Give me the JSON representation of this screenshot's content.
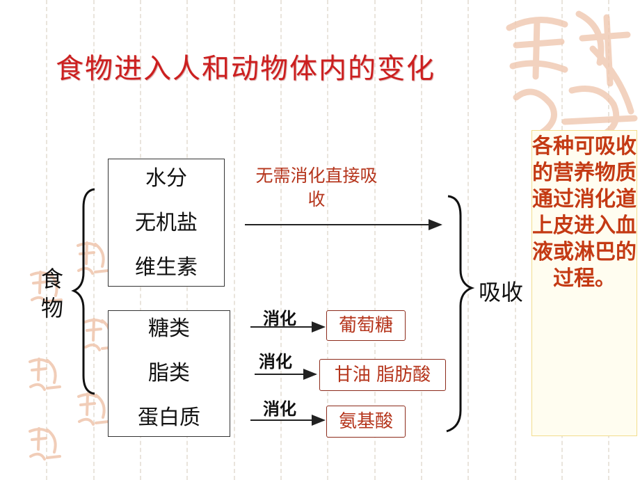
{
  "title": "食物进入人和动物体内的变化",
  "food_label": "食物",
  "box_direct": [
    "水分",
    "无机盐",
    "维生素"
  ],
  "box_digest": [
    "糖类",
    "脂类",
    "蛋白质"
  ],
  "direct_absorption": "无需消化直接吸收",
  "digestion_label": "消化",
  "products": [
    "葡萄糖",
    "甘油 脂肪酸",
    "氨基酸"
  ],
  "absorption_label": "吸收",
  "definition": "各种可吸收的营养物质通过消化道上皮进入血液或淋巴的过程。",
  "colors": {
    "title": "#cc1f1f",
    "accent_text": "#b5351c",
    "note_text": "#c43a14",
    "note_border": "#f3dd8c",
    "watermark": "#f0c8b0"
  }
}
